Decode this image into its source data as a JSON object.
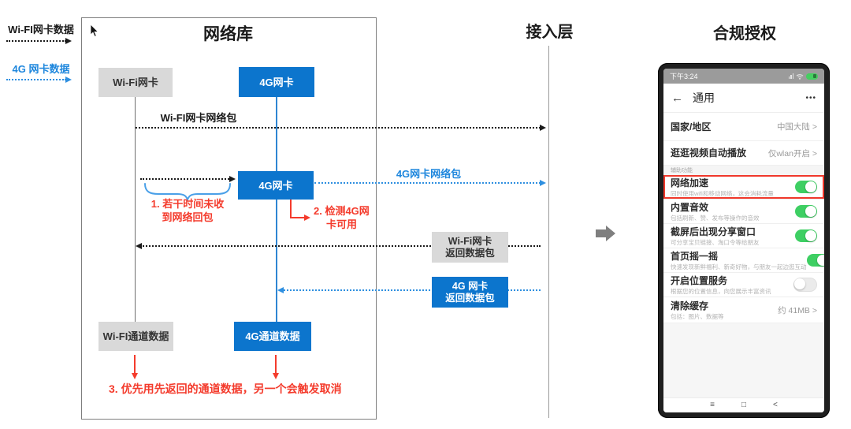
{
  "legend": {
    "wifi_label": "Wi-FI网卡数据",
    "cellular_label": "4G 网卡数据"
  },
  "sections": {
    "network_lib": "网络库",
    "access_layer": "接入层",
    "compliance": "合规授权"
  },
  "nodes": {
    "wifi_card": "Wi-Fi网卡",
    "cell_card_top": "4G网卡",
    "cell_card_mid": "4G网卡",
    "wifi_return_line1": "Wi-Fi网卡",
    "wifi_return_line2": "返回数据包",
    "cell_return_line1": "4G 网卡",
    "cell_return_line2": "返回数据包",
    "wifi_channel": "Wi-FI通道数据",
    "cell_channel": "4G通道数据"
  },
  "messages": {
    "wifi_packet": "Wi-FI网卡网络包",
    "cell_packet": "4G网卡网络包"
  },
  "annotations": {
    "step1_line1": "1. 若干时间未收",
    "step1_line2": "到网络回包",
    "step2_line1": "2. 检测4G网",
    "step2_line2": "卡可用",
    "step3": "3. 优先用先返回的通道数据，另一个会触发取消"
  },
  "phone": {
    "status": {
      "time": "下午3:24"
    },
    "nav": {
      "back_glyph": "←",
      "title": "通用",
      "more_glyph": "•••"
    },
    "section_label": "辅助功能",
    "rows": [
      {
        "title": "国家/地区",
        "value": "中国大陆 >"
      },
      {
        "title": "逛逛视频自动播放",
        "value": "仅wlan开启 >"
      },
      {
        "title": "网络加速",
        "subtitle": "同时使用wifi和移动网络，这会消耗流量",
        "toggle": "on",
        "highlighted": true
      },
      {
        "title": "内置音效",
        "subtitle": "包括刷新、赞、发布等操作的音效",
        "toggle": "on"
      },
      {
        "title": "截屏后出现分享窗口",
        "subtitle": "可分享宝贝链接、淘口令等给朋友",
        "toggle": "on"
      },
      {
        "title": "首页摇一摇",
        "subtitle": "快速发现新鲜福利、新奇好物，与朋友一起边逛互动",
        "toggle": "on"
      },
      {
        "title": "开启位置服务",
        "subtitle": "根据您的位置信息，向您展示丰富资讯",
        "toggle": "off"
      },
      {
        "title": "清除缓存",
        "subtitle": "包括：图片、数据等",
        "value": "约 41MB >"
      }
    ],
    "bottom_nav": {
      "menu_glyph": "≡",
      "home_glyph": "□",
      "back_glyph": "<"
    }
  },
  "colors": {
    "accent_blue": "#0c75cd",
    "dashed_blue": "#2e8fe0",
    "alert_red": "#f43b2c",
    "highlight_red": "#f0382b",
    "toggle_green": "#3ecf63",
    "gray_node": "#d9d9d9",
    "statusbar_gray": "#9b9b9b"
  }
}
